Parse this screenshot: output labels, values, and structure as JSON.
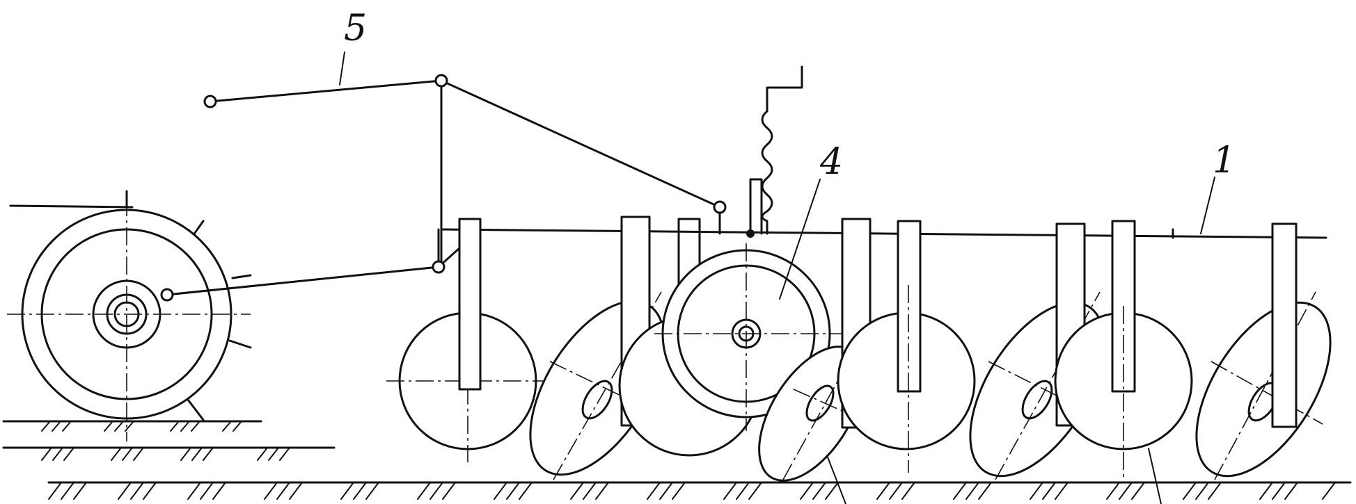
{
  "labels": {
    "frame": "1",
    "hub_wheel": "4",
    "linkage": "5"
  },
  "colors": {
    "line": "#111111",
    "background": "#ffffff"
  }
}
